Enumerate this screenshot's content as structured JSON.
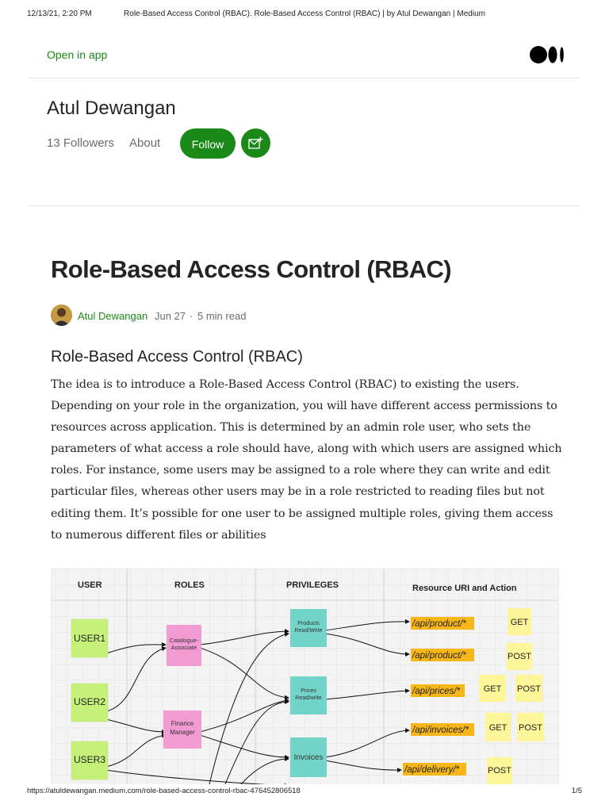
{
  "print_header": {
    "datetime": "12/13/21, 2:20 PM",
    "title": "Role-Based Access Control (RBAC). Role-Based Access Control (RBAC) | by Atul Dewangan | Medium"
  },
  "print_footer": {
    "url": "https://atuldewangan.medium.com/role-based-access-control-rbac-476452806518",
    "page": "1/5"
  },
  "topbar": {
    "open_app": "Open in app",
    "logo_icon": "medium-logo-icon"
  },
  "profile": {
    "name": "Atul Dewangan",
    "followers": "13 Followers",
    "about": "About",
    "follow": "Follow",
    "subscribe_icon": "mail-plus-icon"
  },
  "article": {
    "title": "Role-Based Access Control (RBAC)",
    "author": "Atul Dewangan",
    "date": "Jun 27",
    "separator": "·",
    "read_time": "5 min read",
    "section_heading": "Role-Based Access Control (RBAC)",
    "paragraph": "The idea is to introduce a Role-Based Access Control (RBAC) to existing the users. Depending on your role in the organization, you will have different access permissions to resources across application. This is determined by an admin role user, who sets the parameters of what access a role should have, along with which users are assigned which roles. For instance, some users may be assigned to a role where they can write and edit particular files, whereas other users may be in a role restricted to reading files but not editing them. It’s possible for one user to be assigned multiple roles, giving them access to numerous different files or abilities"
  },
  "diagram": {
    "headers": {
      "user": "USER",
      "roles": "ROLES",
      "privileges": "PRIVILEGES",
      "resource": "Resource URI and Action"
    },
    "users": [
      "USER1",
      "USER2",
      "USER3"
    ],
    "roles": [
      {
        "line1": "Catalogue-",
        "line2": "Associate"
      },
      {
        "line1": "Finance",
        "line2": "Manager"
      }
    ],
    "privileges": [
      {
        "line1": "Products",
        "line2": "Read/Write"
      },
      {
        "line1": "Prices",
        "line2": "Read/write"
      },
      {
        "line1": "Invoices",
        "line2": ""
      }
    ],
    "uris": [
      "/api/product/*",
      "/api/product/*",
      "/api/prices/*",
      "/api/invoices/*",
      "/api/delivery/*"
    ],
    "actions": {
      "row1": [
        "GET"
      ],
      "row2": [
        "POST"
      ],
      "row3": [
        "GET",
        "POST"
      ],
      "row4": [
        "GET",
        "POST"
      ],
      "row5": [
        "POST"
      ]
    },
    "colors": {
      "user_note": "#c5f07a",
      "role_note": "#f29bd3",
      "privilege_note": "#72d4c8",
      "uri_highlight": "#f7b718",
      "action_note": "#fdf59a",
      "board": "#f3f3f3"
    }
  }
}
